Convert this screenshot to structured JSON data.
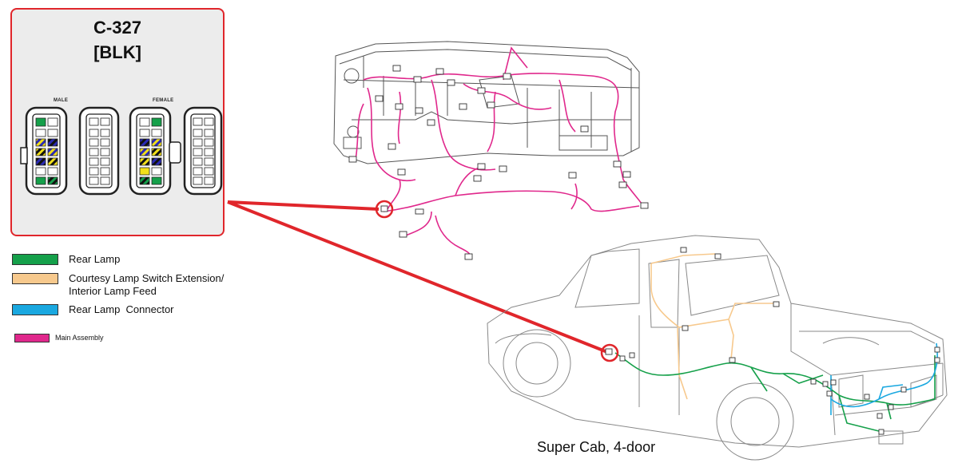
{
  "connector": {
    "id": "C-327",
    "color_code": "[BLK]",
    "male_label": "MALE",
    "female_label": "FEMALE"
  },
  "legend": {
    "items": [
      {
        "label": "Rear Lamp",
        "color": "#15a04a"
      },
      {
        "label": "Courtesy Lamp Switch Extension/",
        "label2": "Interior Lamp Feed",
        "color": "#f7c98d"
      },
      {
        "label": "Rear Lamp  Connector",
        "color": "#1aa8e0"
      },
      {
        "label": "Main Assembly",
        "color": "#e0288c"
      }
    ]
  },
  "vehicle_caption": "Super Cab, 4-door",
  "colors": {
    "callout": "#e0262b",
    "main_assembly": "#e0288c",
    "rear_lamp": "#15a04a",
    "courtesy": "#f7c98d",
    "rear_connector": "#1aa8e0",
    "outline": "#555555"
  }
}
